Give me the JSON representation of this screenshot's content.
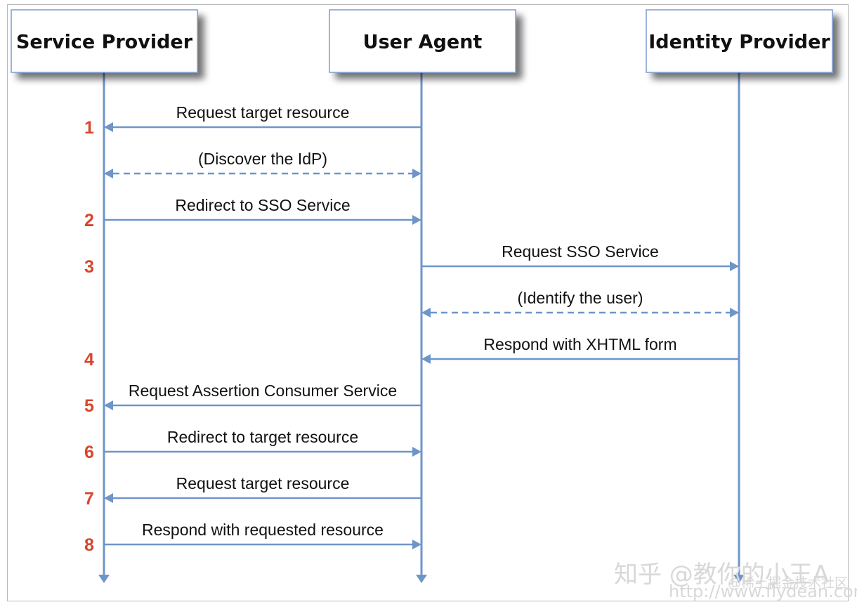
{
  "colors": {
    "lifeline": "#6f95c8",
    "step_number": "#d9452b",
    "actor_border": "#7b9cd0",
    "actor_shadow": "#9a9a9a"
  },
  "actors": [
    {
      "id": "sp",
      "label": "Service Provider"
    },
    {
      "id": "ua",
      "label": "User Agent"
    },
    {
      "id": "idp",
      "label": "Identity Provider"
    }
  ],
  "messages": [
    {
      "from": "ua",
      "to": "sp",
      "label": "Request target resource",
      "step": "1",
      "style": "solid"
    },
    {
      "from": "sp",
      "to": "ua",
      "label": "(Discover the IdP)",
      "step": "",
      "style": "dashed-both"
    },
    {
      "from": "sp",
      "to": "ua",
      "label": "Redirect to SSO Service",
      "step": "2",
      "style": "solid"
    },
    {
      "from": "ua",
      "to": "idp",
      "label": "Request SSO Service",
      "step": "3",
      "style": "solid"
    },
    {
      "from": "ua",
      "to": "idp",
      "label": "(Identify the user)",
      "step": "",
      "style": "dashed-both"
    },
    {
      "from": "idp",
      "to": "ua",
      "label": "Respond with XHTML form",
      "step": "4",
      "style": "solid"
    },
    {
      "from": "ua",
      "to": "sp",
      "label": "Request Assertion Consumer Service",
      "step": "5",
      "style": "solid"
    },
    {
      "from": "sp",
      "to": "ua",
      "label": "Redirect to target resource",
      "step": "6",
      "style": "solid"
    },
    {
      "from": "ua",
      "to": "sp",
      "label": "Request target resource",
      "step": "7",
      "style": "solid"
    },
    {
      "from": "sp",
      "to": "ua",
      "label": "Respond with requested resource",
      "step": "8",
      "style": "solid"
    }
  ],
  "watermark": {
    "line1": "知乎 @教你的小王A",
    "line2": "http://www.flydean.com",
    "line3": "@稀土掘金技术社区"
  }
}
